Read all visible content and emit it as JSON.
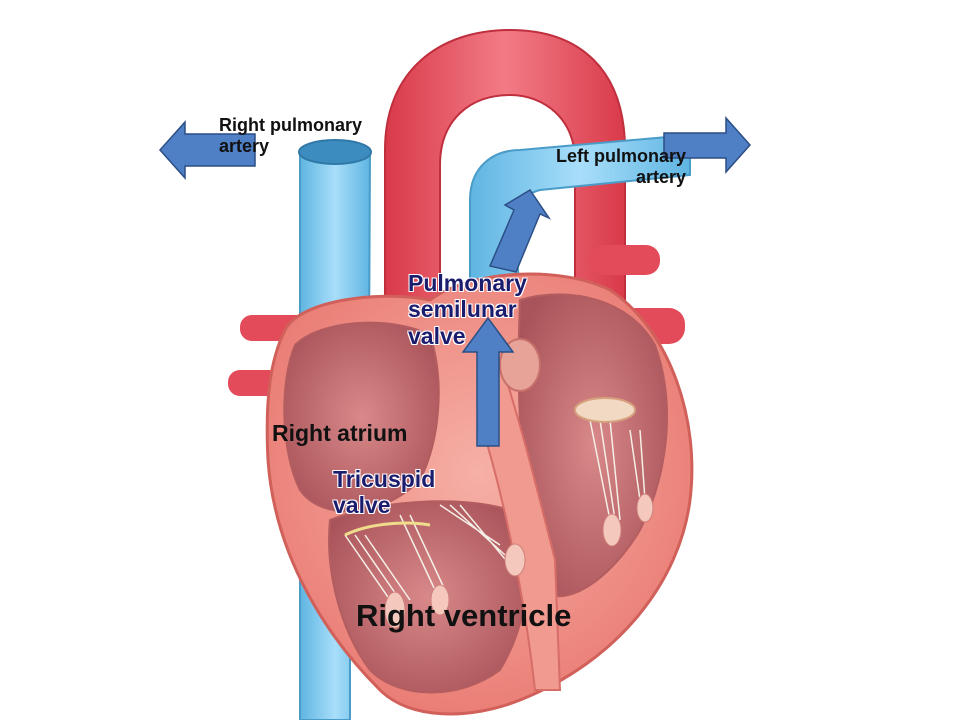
{
  "labels": {
    "right_pulmonary_artery_line1": "Right pulmonary",
    "right_pulmonary_artery_line2": "artery",
    "left_pulmonary_artery_line1": "Left pulmonary",
    "left_pulmonary_artery_line2": "artery",
    "pulmonary_valve_line1": "Pulmonary",
    "pulmonary_valve_line2": "semilunar",
    "pulmonary_valve_line3": "valve",
    "right_atrium": "Right atrium",
    "tricuspid_line1": "Tricuspid",
    "tricuspid_line2": "valve",
    "right_ventricle": "Right ventricle"
  },
  "colors": {
    "arrow_fill": "#4f7fc4",
    "arrow_stroke": "#2c4f86",
    "aorta": "#e8505e",
    "vein_blue": "#7cc7ea",
    "heart_wall": "#ee8c86",
    "chamber_interior": "#c66d71"
  }
}
